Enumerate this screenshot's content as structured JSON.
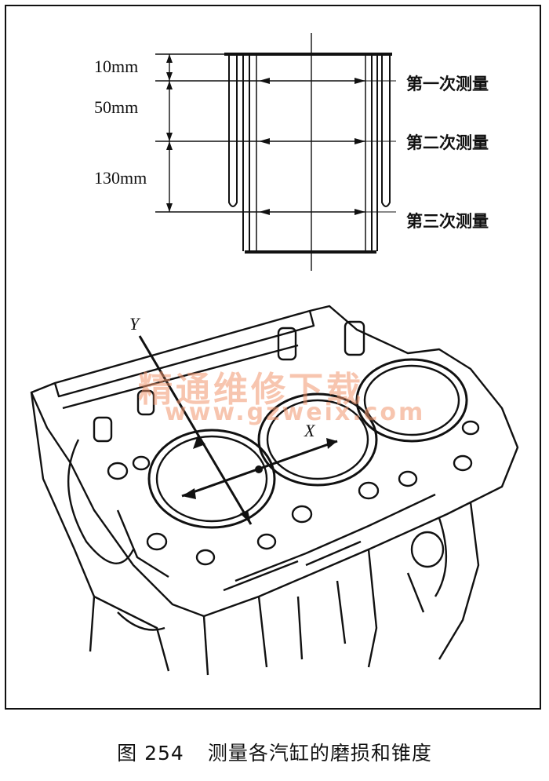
{
  "measure": {
    "dim1": "10mm",
    "dim2": "50mm",
    "dim3": "130mm",
    "step1": "第一次测量",
    "step2": "第二次测量",
    "step3": "第三次测量"
  },
  "block": {
    "axis_y": "Y",
    "axis_x": "X"
  },
  "watermark": {
    "cn": "精通维修下载",
    "url": "www.gzweix.com"
  },
  "caption": {
    "number": "图 254",
    "text": "测量各汽缸的磨损和锥度"
  },
  "colors": {
    "ink": "#111111",
    "watermark": "#f0966e"
  }
}
